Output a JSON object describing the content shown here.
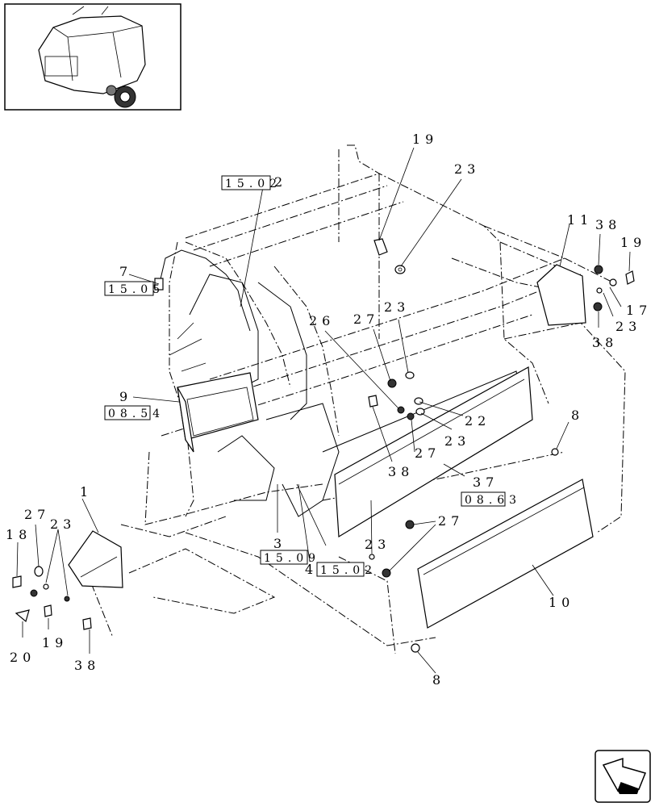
{
  "callouts": {
    "c19_top": "19",
    "c23_top": "23",
    "c11": "11",
    "c38_right": "38",
    "c19_right": "19",
    "c17": "17",
    "c23_right": "23",
    "c38_right_low": "38",
    "c7": "7",
    "c26": "26",
    "c27_mid": "27",
    "c23_mid": "23",
    "c22": "22",
    "c23_mid2": "23",
    "c27_mid2": "27",
    "c38_mid": "38",
    "c9": "9",
    "c8_right": "8",
    "c37": "37",
    "c1": "1",
    "c27_left": "27",
    "c23_left": "23",
    "c18": "18",
    "c19_left": "19",
    "c20": "20",
    "c38_left": "38",
    "c3": "3",
    "c4": "4",
    "c49": "9",
    "c23_low": "23",
    "c27_low": "27",
    "c10": "10",
    "c8_bottom": "8"
  },
  "references": {
    "r1522": "15.02",
    "r1522_suffix": "2",
    "r1505": "15.05",
    "r0854": "08.54",
    "r0863": "08.63",
    "r1509": "15.09",
    "r1502": "15.02"
  },
  "icons": [
    "thumbnail-baler-icon",
    "next-page-arrow-icon"
  ]
}
